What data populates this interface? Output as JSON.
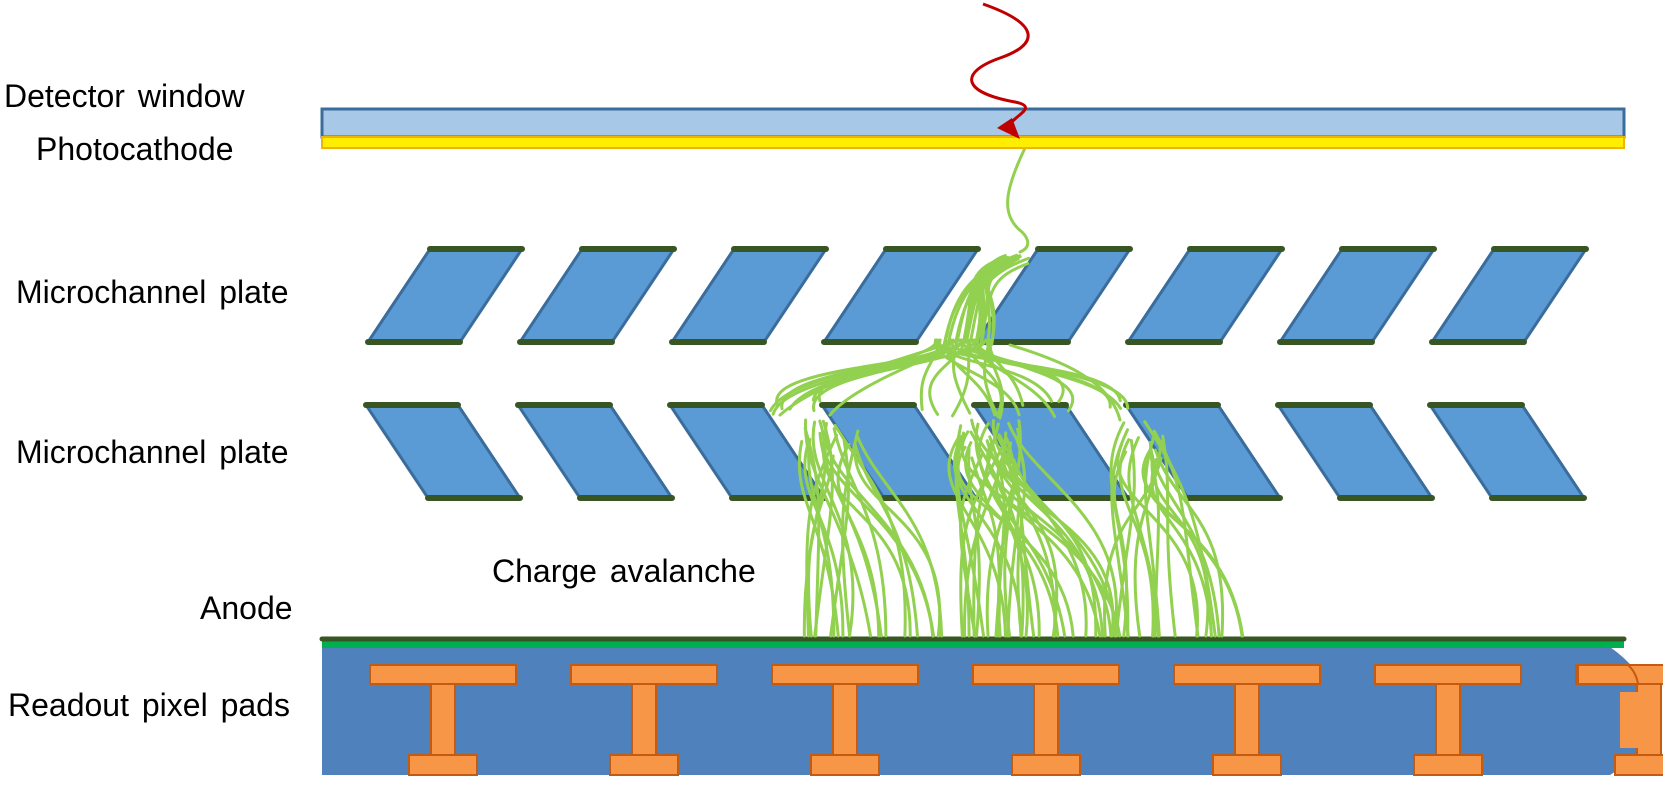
{
  "labels": {
    "detector_window": "Detector window",
    "photocathode": "Photocathode",
    "mcp_upper": "Microchannel plate",
    "mcp_lower": "Microchannel plate",
    "charge_avalanche": "Charge avalanche",
    "anode": "Anode",
    "readout_pads": "Readout pixel pads"
  },
  "structure": {
    "microchannels_per_plate": 8,
    "readout_pads_visible": 7
  },
  "colors": {
    "window_fill": "#a8c8e8",
    "window_stroke": "#3a6d9c",
    "photocathode": "#ffee00",
    "photocathode_stroke": "#f0b400",
    "channel_fill": "#5b9bd5",
    "channel_stroke": "#3a6d9c",
    "channel_rim": "#375623",
    "electron": "#92d050",
    "photon": "#c00000",
    "anode_dark": "#375623",
    "anode_green": "#00b050",
    "board": "#4f81bd",
    "pad": "#f79646",
    "pad_stroke": "#c55a11"
  },
  "icons": {
    "photon": "wavy-arrow-icon"
  }
}
